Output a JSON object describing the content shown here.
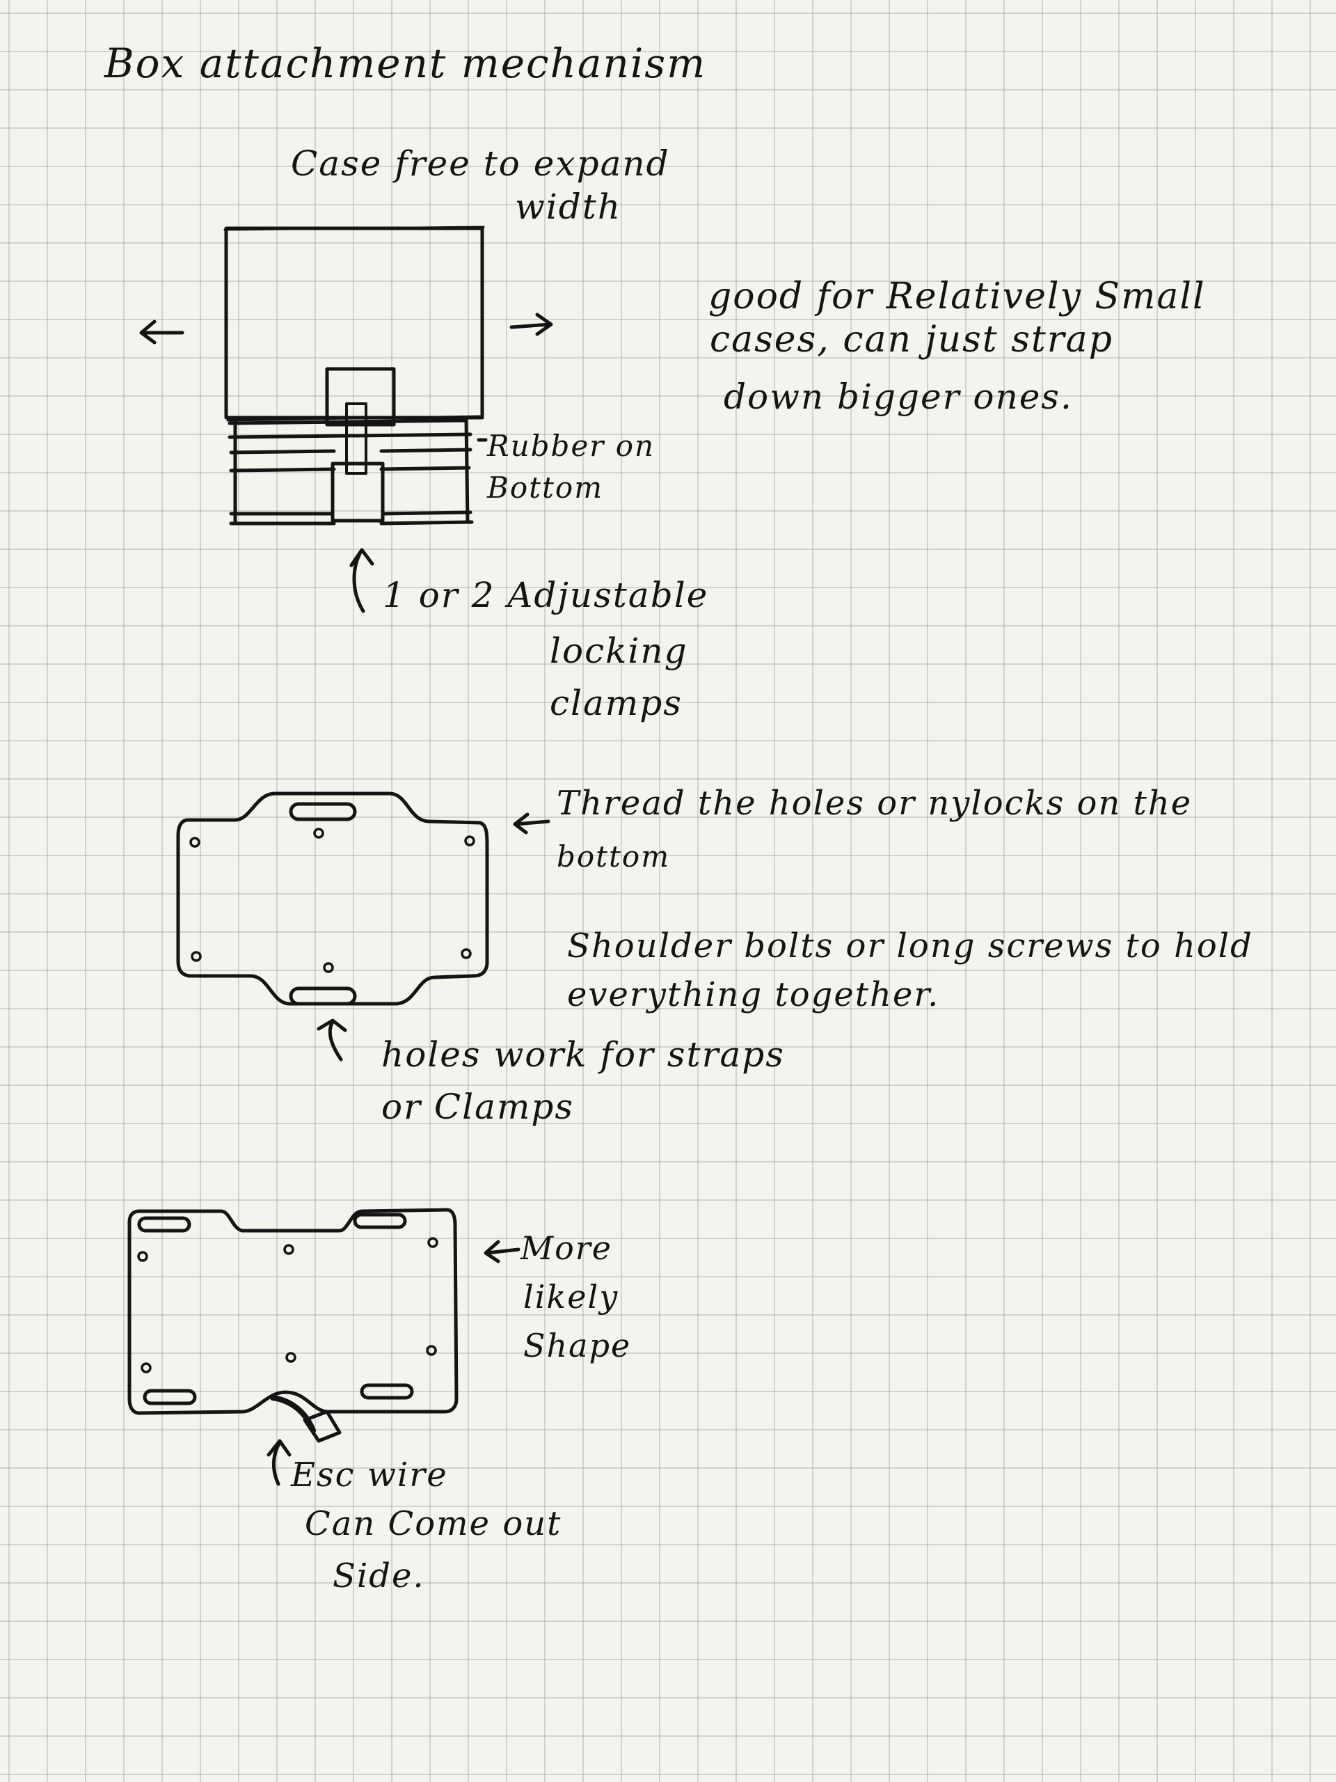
{
  "title": "Box attachment mechanism",
  "diagram1": {
    "label_expand_line1": "Case free to expand",
    "label_expand_line2": "width",
    "left_arrow": "←",
    "right_arrow": "→",
    "label_rubber_line1": "Rubber on",
    "label_rubber_line2": "Bottom",
    "label_clamps_line1": "1 or 2 Adjustable",
    "label_clamps_line2": "locking",
    "label_clamps_line3": "clamps"
  },
  "note_good": {
    "line1": "good for Relatively Small",
    "line2": "cases, can just strap",
    "line3": "down bigger ones."
  },
  "diagram2": {
    "label_thread_line1": "Thread the holes or nylocks on the",
    "label_thread_line2": "bottom",
    "label_shoulder_line1": "Shoulder bolts or long screws to hold",
    "label_shoulder_line2": "everything together.",
    "label_holes_line1": "holes work for straps",
    "label_holes_line2": "or Clamps"
  },
  "diagram3": {
    "label_shape_line1": "More",
    "label_shape_line2": "likely",
    "label_shape_line3": "Shape",
    "label_wire_line1": "Esc wire",
    "label_wire_line2": "Can Come out",
    "label_wire_line3": "Side."
  }
}
